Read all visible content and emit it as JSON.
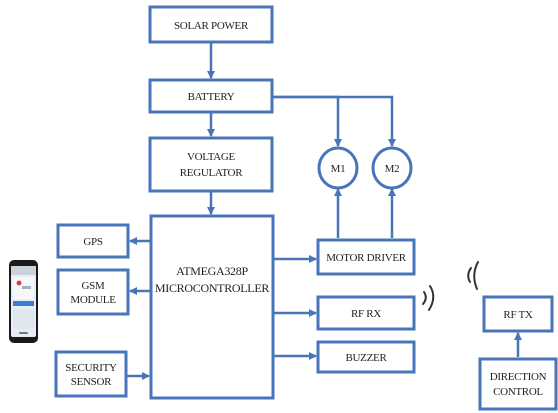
{
  "blocks": {
    "solar_power": "SOLAR POWER",
    "battery": "BATTERY",
    "voltage_regulator": [
      "VOLTAGE",
      "REGULATOR"
    ],
    "microcontroller": [
      "ATMEGA328P",
      "MICROCONTROLLER"
    ],
    "gps": "GPS",
    "gsm_module": [
      "GSM",
      "MODULE"
    ],
    "security_sensor": [
      "SECURITY",
      "SENSOR"
    ],
    "motor_driver": "MOTOR DRIVER",
    "rf_rx": "RF RX",
    "buzzer": "BUZZER",
    "rf_tx": "RF TX",
    "direction_control": [
      "DIRECTION",
      "CONTROL"
    ],
    "m1": "M1",
    "m2": "M2"
  },
  "colors": {
    "line": "#4a74b8",
    "text": "#222222"
  },
  "icons": [
    "smartphone-icon",
    "wireless-signal-icon"
  ]
}
